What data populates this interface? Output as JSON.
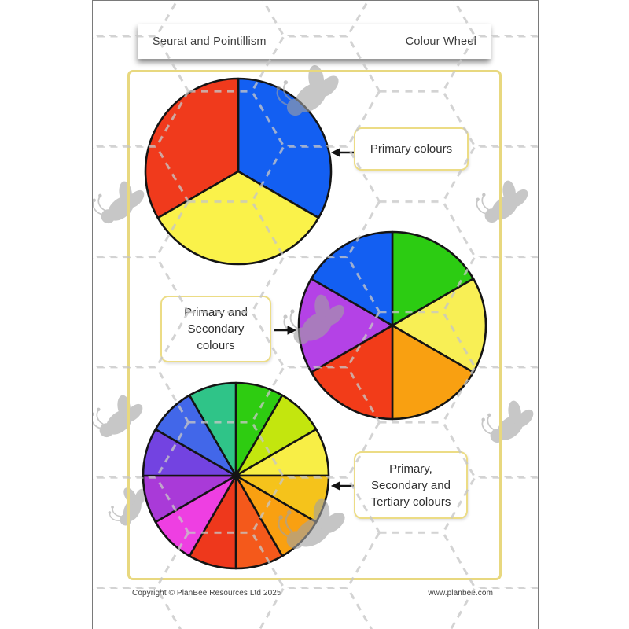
{
  "header": {
    "title_left": "Seurat and Pointillism",
    "title_right": "Colour Wheel"
  },
  "callouts": {
    "primary": {
      "line1": "Primary colours"
    },
    "secondary": {
      "line1": "Primary and",
      "line2": "Secondary",
      "line3": "colours"
    },
    "tertiary": {
      "line1": "Primary,",
      "line2": "Secondary and",
      "line3": "Tertiary colours"
    }
  },
  "footer": {
    "copyright": "Copyright © PlanBee Resources Ltd 2025",
    "website": "www.planbee.com"
  },
  "chart_data": [
    {
      "type": "pie",
      "title": "Primary colours",
      "equal_slices": true,
      "start_angle_deg": 0,
      "clockwise": true,
      "segments": [
        {
          "label": "blue",
          "color": "#135ff2"
        },
        {
          "label": "yellow",
          "color": "#faf24a"
        },
        {
          "label": "red",
          "color": "#f03a1c"
        }
      ]
    },
    {
      "type": "pie",
      "title": "Primary and Secondary colours",
      "equal_slices": true,
      "start_angle_deg": 0,
      "clockwise": true,
      "segments": [
        {
          "label": "green",
          "color": "#2ccc12"
        },
        {
          "label": "yellow",
          "color": "#f8ef55"
        },
        {
          "label": "orange",
          "color": "#f9a011"
        },
        {
          "label": "red",
          "color": "#f23c19"
        },
        {
          "label": "purple",
          "color": "#b442e6"
        },
        {
          "label": "blue",
          "color": "#135ff2"
        }
      ]
    },
    {
      "type": "pie",
      "title": "Primary, Secondary and Tertiary colours",
      "equal_slices": true,
      "start_angle_deg": 0,
      "clockwise": true,
      "segments": [
        {
          "label": "green",
          "color": "#2ecc11"
        },
        {
          "label": "yellow-green",
          "color": "#c3e60e"
        },
        {
          "label": "yellow",
          "color": "#f8ee46"
        },
        {
          "label": "yellow-orange",
          "color": "#f5c31b"
        },
        {
          "label": "orange",
          "color": "#f9a011"
        },
        {
          "label": "red-orange",
          "color": "#f4591b"
        },
        {
          "label": "red",
          "color": "#ee381c"
        },
        {
          "label": "red-purple",
          "color": "#ee3fe2"
        },
        {
          "label": "purple",
          "color": "#a93ad8"
        },
        {
          "label": "blue-purple",
          "color": "#7343e1"
        },
        {
          "label": "blue",
          "color": "#4267e9"
        },
        {
          "label": "blue-green",
          "color": "#2fc488"
        }
      ]
    }
  ],
  "style_colors": {
    "frame_border": "#e8d87f",
    "callout_border": "#ecdc85",
    "pattern_dash": "#c6c6c6",
    "bee_grey": "#a2a2a2",
    "arrow": "#141414",
    "slice_outline": "#141414"
  }
}
